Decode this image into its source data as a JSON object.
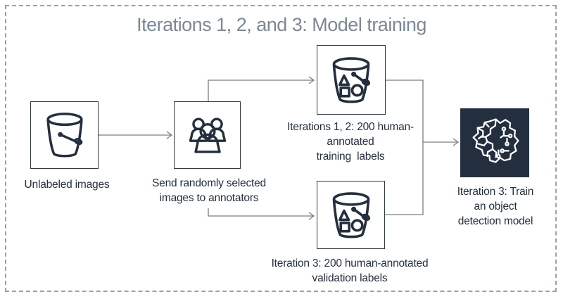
{
  "title": "Iterations 1, 2, and 3: Model training",
  "colors": {
    "icon_navy": "#232f3e",
    "ml_box_background": "#232f3e",
    "connector_gray": "#7d7d7d",
    "title_gray": "#7b8995",
    "frame_dash_gray": "#9aa2ab",
    "background": "#ffffff"
  },
  "nodes": [
    {
      "id": "unlabeled-images",
      "icon": "s3-bucket-icon",
      "label": "Unlabeled images"
    },
    {
      "id": "annotators",
      "icon": "users-icon",
      "label": "Send randomly selected\nimages to annotators"
    },
    {
      "id": "training-labels",
      "icon": "s3-bucket-objects-icon",
      "label": "Iterations 1, 2: 200 human-\nannotated\ntraining  labels"
    },
    {
      "id": "validation-labels",
      "icon": "s3-bucket-objects-icon",
      "label": "Iteration 3: 200 human-annotated\nvalidation labels"
    },
    {
      "id": "ml-model",
      "icon": "machine-learning-icon",
      "label": "Iteration 3: Train\nan object\ndetection model"
    }
  ],
  "flow": [
    "unlabeled-images -> annotators",
    "annotators -> training-labels",
    "annotators -> validation-labels",
    "training-labels -> ml-model",
    "validation-labels -> ml-model"
  ]
}
